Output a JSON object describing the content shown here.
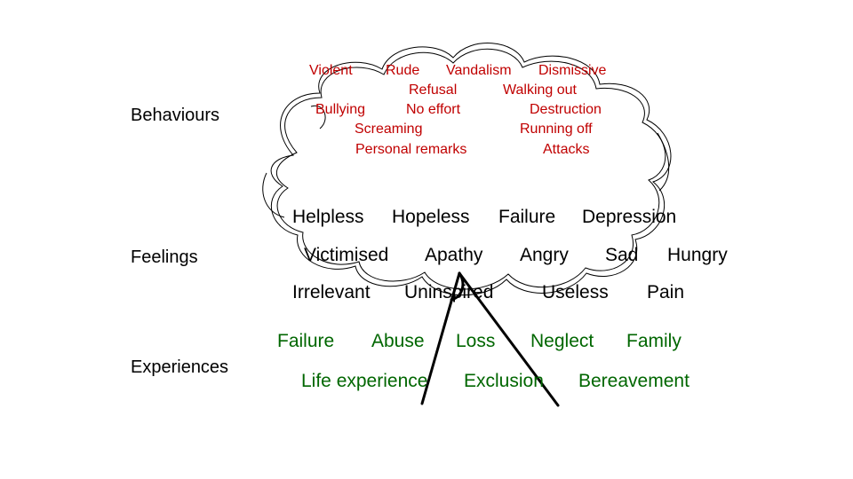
{
  "colors": {
    "behaviours": "#c00000",
    "feelings": "#000000",
    "experiences": "#006600",
    "outline": "#000000"
  },
  "categories": {
    "behaviours": "Behaviours",
    "feelings": "Feelings",
    "experiences": "Experiences"
  },
  "behaviours": [
    "Violent",
    "Rude",
    "Vandalism",
    "Dismissive",
    "Refusal",
    "Walking out",
    "Bullying",
    "No effort",
    "Destruction",
    "Screaming",
    "Running off",
    "Personal remarks",
    "Attacks"
  ],
  "feelings": [
    "Helpless",
    "Hopeless",
    "Failure",
    "Depression",
    "Victimised",
    "Apathy",
    "Angry",
    "Sad",
    "Hungry",
    "Irrelevant",
    "Uninspired",
    "Useless",
    "Pain"
  ],
  "experiences": [
    "Failure",
    "Abuse",
    "Loss",
    "Neglect",
    "Family",
    "Life experience",
    "Exclusion",
    "Bereavement"
  ]
}
